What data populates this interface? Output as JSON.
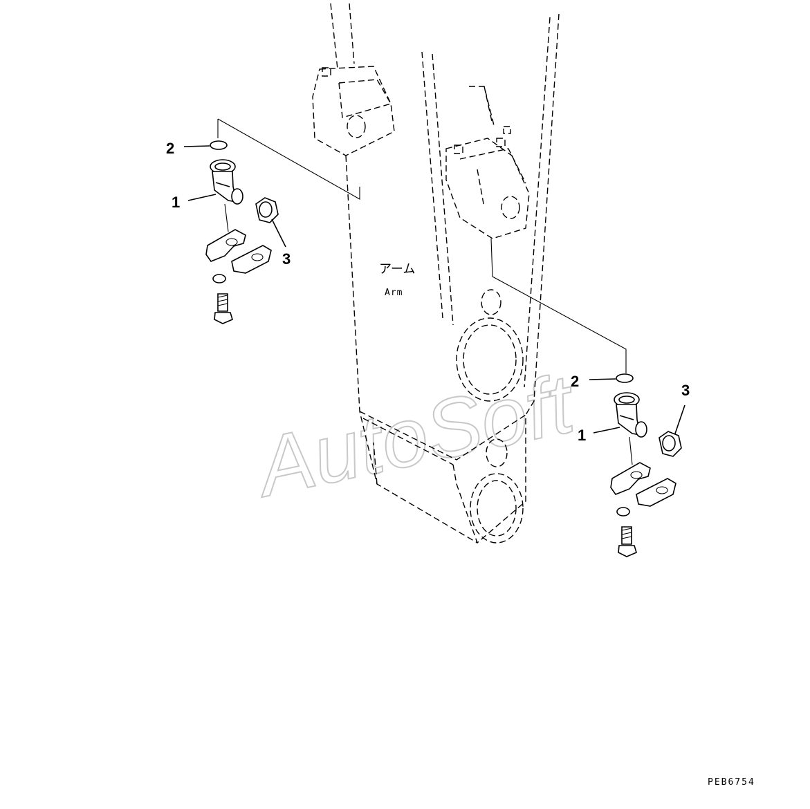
{
  "diagram": {
    "component_label_jp": "アーム",
    "component_label_en": "Arm",
    "drawing_code": "PEB6754",
    "watermark": "AutoSoft",
    "callouts": [
      {
        "id": "left-2",
        "text": "2"
      },
      {
        "id": "left-1",
        "text": "1"
      },
      {
        "id": "left-3",
        "text": "3"
      },
      {
        "id": "right-2",
        "text": "2"
      },
      {
        "id": "right-3",
        "text": "3"
      },
      {
        "id": "right-1",
        "text": "1"
      }
    ]
  }
}
